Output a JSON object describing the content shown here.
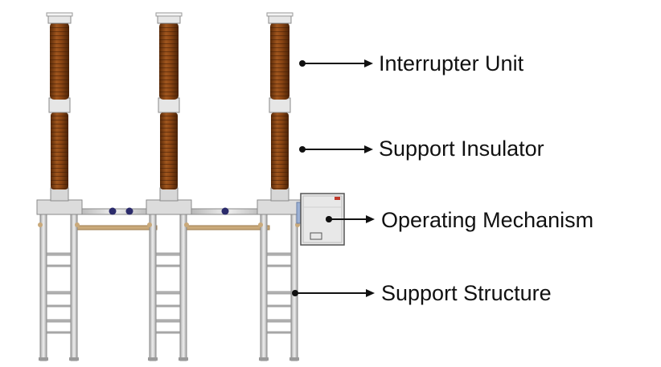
{
  "labels": {
    "interrupter_unit": "Interrupter Unit",
    "support_insulator": "Support Insulator",
    "operating_mechanism": "Operating Mechanism",
    "support_structure": "Support Structure"
  },
  "colors": {
    "insulator_brown": "#8b4513",
    "insulator_dark": "#5a2a08",
    "steel": "#c8c8c8",
    "steel_dark": "#8a8a8a",
    "arrow": "#111111",
    "bolt": "#2b2b6b",
    "rod": "#c9a97a"
  }
}
